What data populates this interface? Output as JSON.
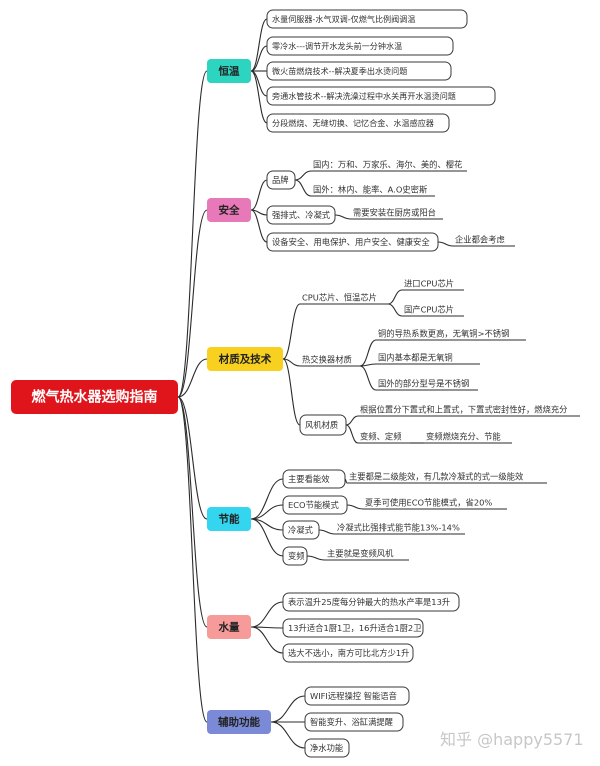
{
  "root": {
    "label": "燃气热水器选购指南",
    "color": "#e0141b"
  },
  "branches": [
    {
      "label": "恒温",
      "color": "#2dd4bf",
      "children": [
        {
          "label": "水量伺服器-水气双调-仅燃气比例阀调温"
        },
        {
          "label": "零冷水---调节开水龙头前一分钟水温"
        },
        {
          "label": "微火苗燃烧技术--解决夏季出水烫问题"
        },
        {
          "label": "旁通水管技术--解决洗澡过程中水关再开水温烫问题"
        },
        {
          "label": "分段燃烧、无缝切换、记忆合金、水温感应器"
        }
      ]
    },
    {
      "label": "安全",
      "color": "#e879b9",
      "children": [
        {
          "label": "品牌",
          "children": [
            {
              "label": "国内：万和、万家乐、海尔、美的、樱花"
            },
            {
              "label": "国外：林内、能率、A.O史密斯"
            }
          ]
        },
        {
          "label": "强排式、冷凝式",
          "children": [
            {
              "label": "需要安装在厨房或阳台"
            }
          ]
        },
        {
          "label": "设备安全、用电保护、用户安全、健康安全",
          "children": [
            {
              "label": "企业都会考虑"
            }
          ]
        }
      ]
    },
    {
      "label": "材质及技术",
      "color": "#f7d020",
      "children": [
        {
          "label": "CPU芯片、恒温芯片",
          "children": [
            {
              "label": "进口CPU芯片"
            },
            {
              "label": "国产CPU芯片"
            }
          ]
        },
        {
          "label": "热交换器材质",
          "children": [
            {
              "label": "铜的导热系数更高，无氧铜>不锈钢"
            },
            {
              "label": "国内基本都是无氧铜"
            },
            {
              "label": "国外的部分型号是不锈钢"
            }
          ]
        },
        {
          "label": "风机材质",
          "children": [
            {
              "label": "根据位置分下置式和上置式，下置式密封性好，燃烧充分"
            },
            {
              "label": "变频、定频",
              "children": [
                {
                  "label": "变频燃烧充分、节能"
                }
              ]
            }
          ]
        }
      ]
    },
    {
      "label": "节能",
      "color": "#34d5ef",
      "children": [
        {
          "label": "主要看能效",
          "children": [
            {
              "label": "主要都是二级能效，有几款冷凝式的式一级能效"
            }
          ]
        },
        {
          "label": "ECO节能模式",
          "children": [
            {
              "label": "夏季可使用ECO节能模式，省20%"
            }
          ]
        },
        {
          "label": "冷凝式",
          "children": [
            {
              "label": "冷凝式比强排式能节能13%-14%"
            }
          ]
        },
        {
          "label": "变频",
          "children": [
            {
              "label": "主要就是变频风机"
            }
          ]
        }
      ]
    },
    {
      "label": "水量",
      "color": "#f79a9a",
      "children": [
        {
          "label": "表示温升25度每分钟最大的热水产率是13升"
        },
        {
          "label": "13升适合1厨1卫，16升适合1厨2卫"
        },
        {
          "label": "选大不选小，南方可比北方少1升"
        }
      ]
    },
    {
      "label": "辅助功能",
      "color": "#7b8ad6",
      "children": [
        {
          "label": "WIFI远程操控 智能语音"
        },
        {
          "label": "智能变升、浴缸满提醒"
        },
        {
          "label": "净水功能"
        }
      ]
    }
  ],
  "watermark": "知乎 @happy5571"
}
